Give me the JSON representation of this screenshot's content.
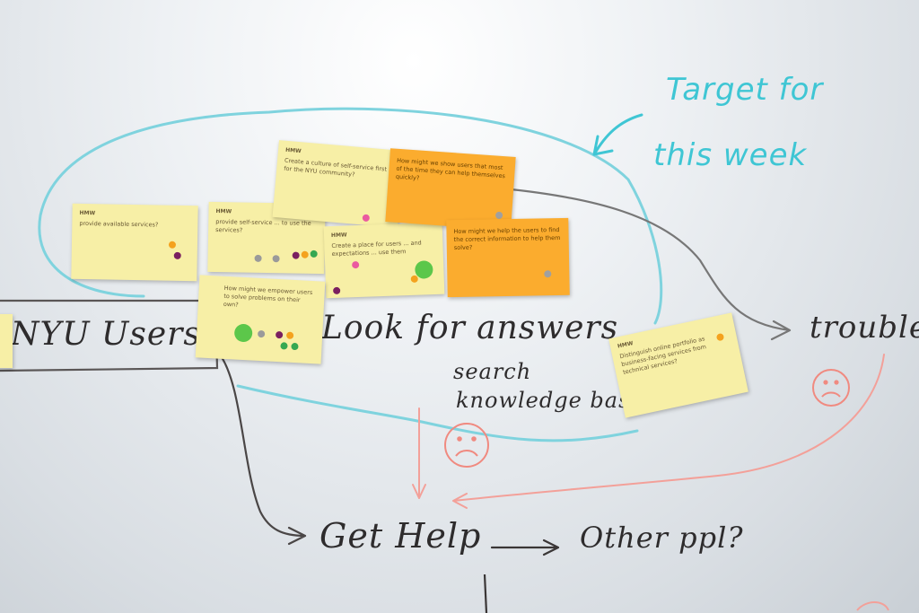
{
  "board": {
    "title_lines": [
      "Target for",
      "this week"
    ],
    "nyu_users": "NYU Users",
    "look_for_answers": "Look for answers",
    "search": "search",
    "knowledge_base": "knowledge base",
    "trouble": "trouble",
    "get_help": "Get Help",
    "other_ppl": "Other ppl?"
  },
  "notes": [
    {
      "tag": "HMW",
      "text": "provide available services?"
    },
    {
      "tag": "HMW",
      "text": "provide self-service ... to use the services?"
    },
    {
      "tag": "HMW",
      "text": "Create a culture of self-service first for the NYU community?"
    },
    {
      "tag": "HMW",
      "text": "Create a place for users ... and expectations ... use them"
    },
    {
      "tag": "",
      "text": "How might we show users that most of the time they can help themselves quickly?"
    },
    {
      "tag": "",
      "text": "How might we help the users to find the correct information to help them solve?"
    },
    {
      "tag": "",
      "text": "How might we empower users to solve problems on their own?"
    },
    {
      "tag": "HMW",
      "text": "Distinguish online portfolio as business-facing services from technical services?"
    }
  ],
  "colors": {
    "marker_dark": "#2e2c2d",
    "marker_teal": "#3fc6d4",
    "marker_red": "#f08a80",
    "sticky_yellow": "#f7efa6",
    "sticky_orange": "#fbac2e"
  }
}
